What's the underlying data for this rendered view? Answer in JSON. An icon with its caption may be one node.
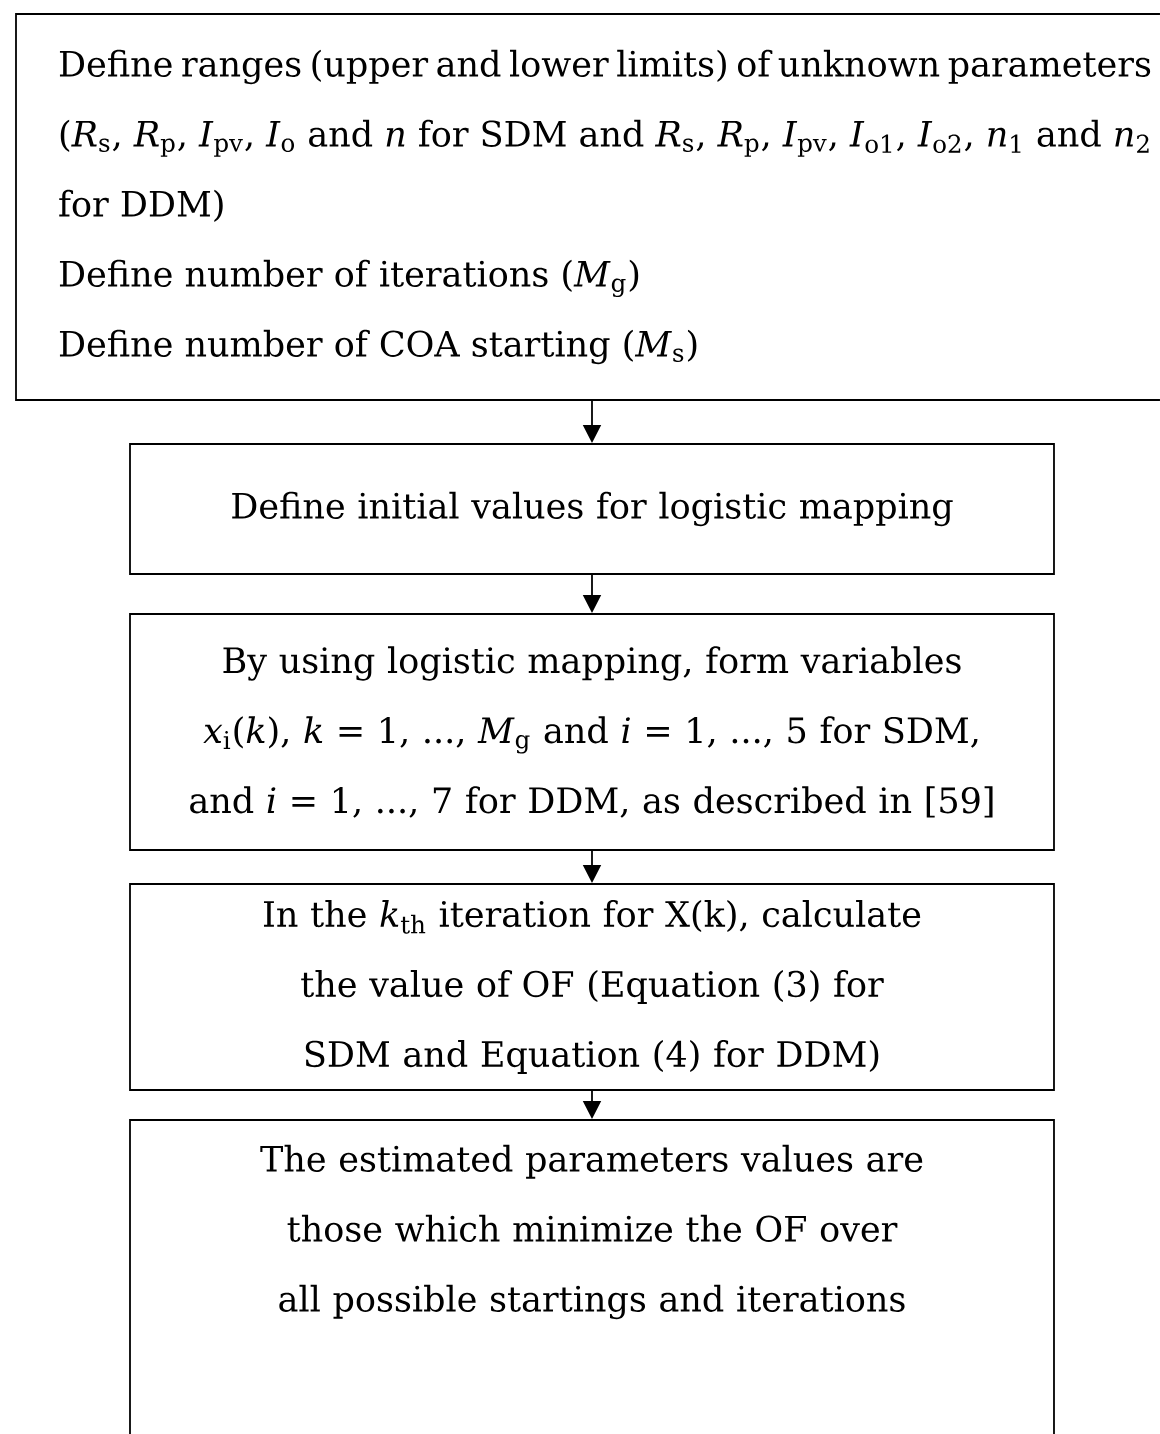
{
  "diagram": {
    "nodes": [
      {
        "text": [
          "Define ranges (upper and lower limits) of unknown parameters (*R*$_{s}$, *R*$_{p}$, *I*$_{pv}$, *I*$_{o}$ and *n* for SDM and *R*$_{s}$, *R*$_{p}$, *I*$_{pv}$, *I*$_{o1}$, *I*$_{o2}$, *n*$_{1}$ and *n*$_{2}$ for DDM)",
          "Define number of iterations (*M*$_{g}$)",
          "Define number of COA starting (*M*$_{s}$)"
        ]
      },
      {
        "text": [
          "Define initial values for logistic mapping"
        ]
      },
      {
        "text": [
          "By using logistic mapping, form variables *x*$_{i}$(*k*), *k* = 1, ..., *M*$_{g}$ and *i* = 1, ..., 5 for SDM, and *i* = 1, ..., 7 for DDM, as described in [59]"
        ]
      },
      {
        "text": [
          "In the *k*$_{th}$ iteration for X(k), calculate the value of OF (Equation (3) for SDM and Equation (4) for DDM)"
        ]
      },
      {
        "text": [
          "The estimated parameters values are those which minimize the OF over all possible startings and iterations"
        ]
      }
    ],
    "edges": [
      {
        "from": 0,
        "to": 1,
        "arrow": "to"
      },
      {
        "from": 1,
        "to": 2,
        "arrow": "to"
      },
      {
        "from": 2,
        "to": 3,
        "arrow": "to"
      },
      {
        "from": 3,
        "to": 4,
        "arrow": "to"
      }
    ]
  }
}
